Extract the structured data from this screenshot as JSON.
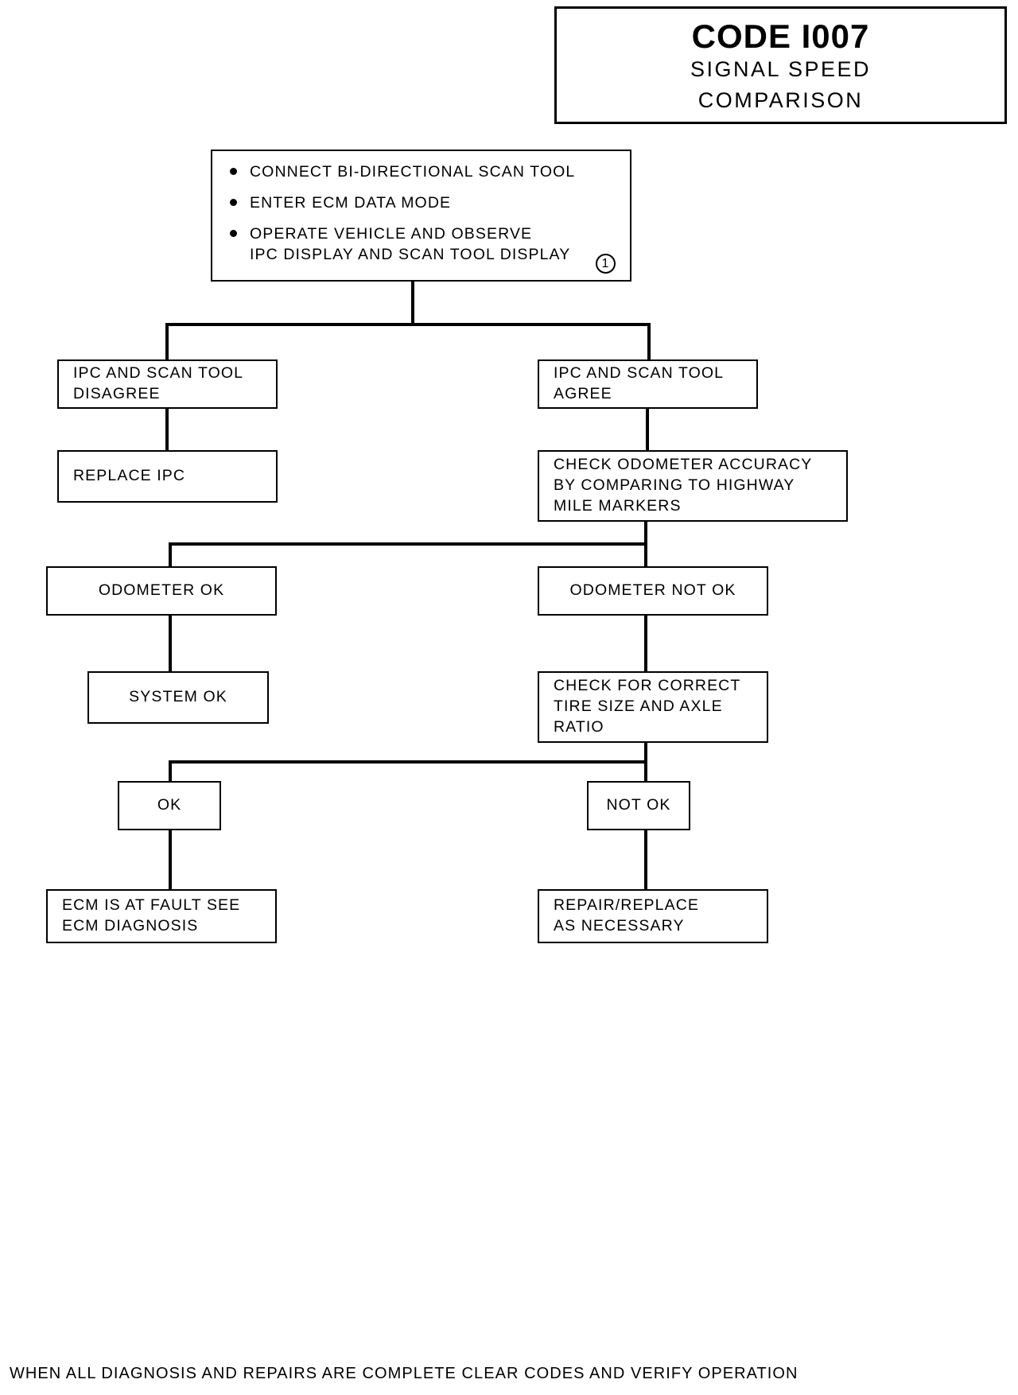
{
  "title_block": {
    "code": "CODE I007",
    "subtitle_line1": "SIGNAL SPEED",
    "subtitle_line2": "COMPARISON"
  },
  "instruction_box": {
    "bullets": [
      {
        "lines": [
          "CONNECT BI-DIRECTIONAL SCAN TOOL"
        ]
      },
      {
        "lines": [
          "ENTER ECM DATA MODE"
        ]
      },
      {
        "lines": [
          "OPERATE VEHICLE AND OBSERVE",
          "IPC DISPLAY AND SCAN TOOL DISPLAY"
        ]
      }
    ],
    "step_marker": "1"
  },
  "nodes": {
    "ipc_disagree": {
      "lines": [
        "IPC AND SCAN TOOL",
        "DISAGREE"
      ]
    },
    "ipc_agree": {
      "lines": [
        "IPC AND SCAN TOOL",
        "AGREE"
      ]
    },
    "replace_ipc": {
      "lines": [
        "REPLACE IPC"
      ]
    },
    "check_odometer": {
      "lines": [
        "CHECK ODOMETER ACCURACY",
        "BY COMPARING TO HIGHWAY",
        "MILE MARKERS"
      ]
    },
    "odometer_ok": {
      "lines": [
        "ODOMETER OK"
      ]
    },
    "odometer_not_ok": {
      "lines": [
        "ODOMETER NOT OK"
      ]
    },
    "system_ok": {
      "lines": [
        "SYSTEM OK"
      ]
    },
    "check_tire": {
      "lines": [
        "CHECK FOR CORRECT",
        "TIRE SIZE AND AXLE",
        "RATIO"
      ]
    },
    "ok": {
      "lines": [
        "OK"
      ]
    },
    "not_ok": {
      "lines": [
        "NOT OK"
      ]
    },
    "ecm_fault": {
      "lines": [
        "ECM IS AT FAULT SEE",
        "ECM DIAGNOSIS"
      ]
    },
    "repair_replace": {
      "lines": [
        "REPAIR/REPLACE",
        "AS NECESSARY"
      ]
    }
  },
  "footer": {
    "note": "WHEN ALL DIAGNOSIS AND REPAIRS ARE COMPLETE CLEAR CODES AND VERIFY OPERATION"
  },
  "colors": {
    "ink": "#000000",
    "paper": "#ffffff"
  },
  "chart_data": {
    "type": "diagram",
    "title": "CODE I007 SIGNAL SPEED COMPARISON",
    "diagram_kind": "diagnostic-flowchart",
    "steps": [
      {
        "id": "start",
        "label": "CONNECT BI-DIRECTIONAL SCAN TOOL / ENTER ECM DATA MODE / OPERATE VEHICLE AND OBSERVE IPC DISPLAY AND SCAN TOOL DISPLAY",
        "marker": "1",
        "branches": [
          "ipc_disagree",
          "ipc_agree"
        ]
      },
      {
        "id": "ipc_disagree",
        "label": "IPC AND SCAN TOOL DISAGREE",
        "next": [
          "replace_ipc"
        ]
      },
      {
        "id": "ipc_agree",
        "label": "IPC AND SCAN TOOL AGREE",
        "next": [
          "check_odometer"
        ]
      },
      {
        "id": "replace_ipc",
        "label": "REPLACE IPC",
        "next": []
      },
      {
        "id": "check_odometer",
        "label": "CHECK ODOMETER ACCURACY BY COMPARING TO HIGHWAY MILE MARKERS",
        "branches": [
          "odometer_ok",
          "odometer_not_ok"
        ]
      },
      {
        "id": "odometer_ok",
        "label": "ODOMETER OK",
        "next": [
          "system_ok"
        ]
      },
      {
        "id": "odometer_not_ok",
        "label": "ODOMETER NOT OK",
        "next": [
          "check_tire"
        ]
      },
      {
        "id": "system_ok",
        "label": "SYSTEM OK",
        "next": []
      },
      {
        "id": "check_tire",
        "label": "CHECK FOR CORRECT TIRE SIZE AND AXLE RATIO",
        "branches": [
          "ok",
          "not_ok"
        ]
      },
      {
        "id": "ok",
        "label": "OK",
        "next": [
          "ecm_fault"
        ]
      },
      {
        "id": "not_ok",
        "label": "NOT OK",
        "next": [
          "repair_replace"
        ]
      },
      {
        "id": "ecm_fault",
        "label": "ECM IS AT FAULT SEE ECM DIAGNOSIS",
        "next": []
      },
      {
        "id": "repair_replace",
        "label": "REPAIR/REPLACE AS NECESSARY",
        "next": []
      }
    ],
    "footer_note": "WHEN ALL DIAGNOSIS AND REPAIRS ARE COMPLETE CLEAR CODES AND VERIFY OPERATION"
  }
}
